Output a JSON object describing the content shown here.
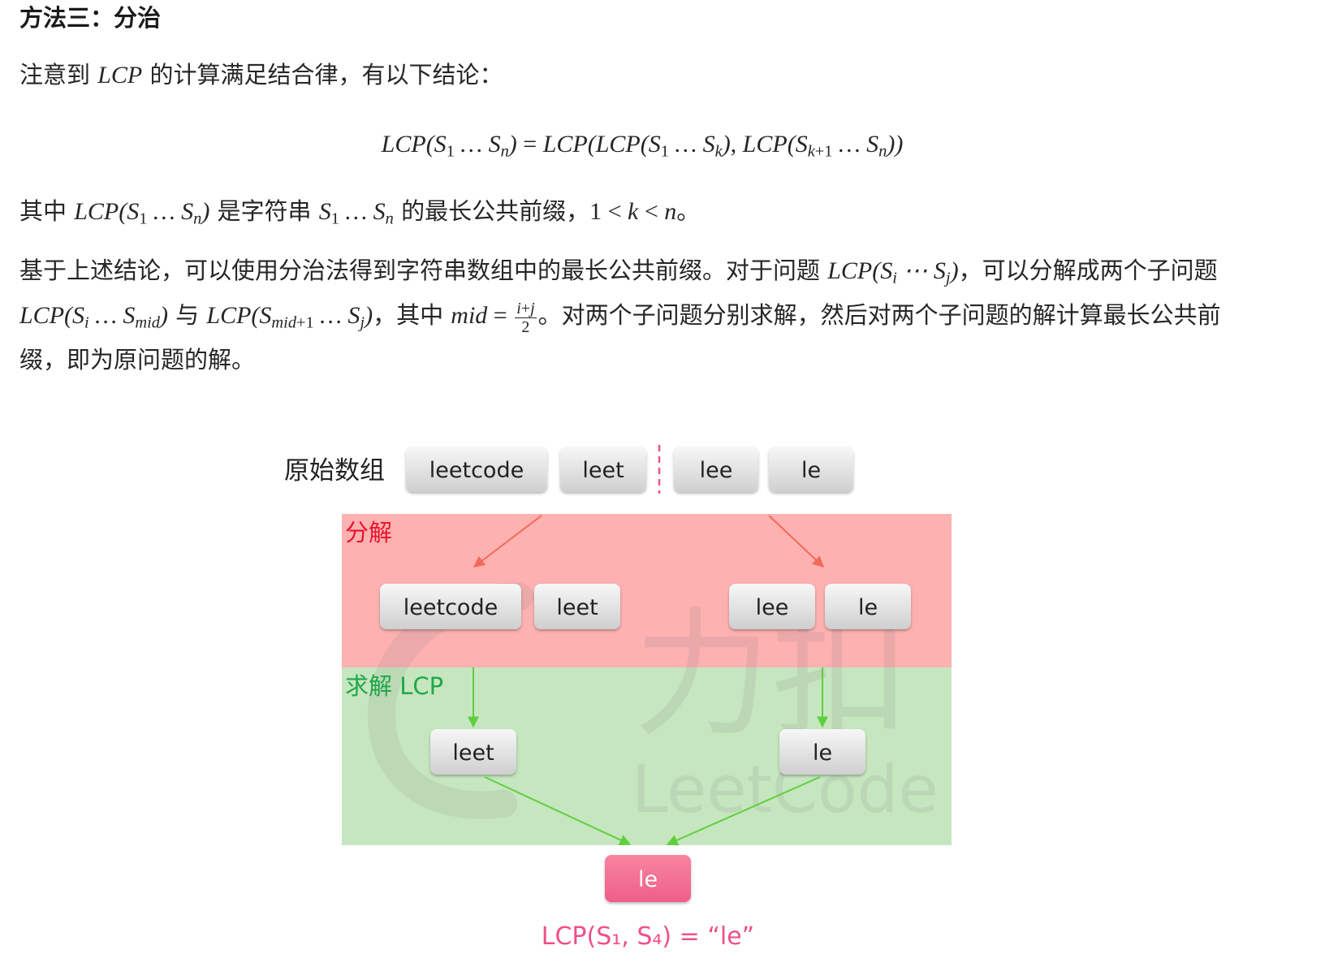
{
  "heading": "方法三：分治",
  "intro": {
    "before": "注意到 ",
    "term": "LCP",
    "after": " 的计算满足结合律，有以下结论："
  },
  "formula": "LCP(S₁…Sₙ) = LCP(LCP(S₁…Sₖ), LCP(Sₖ₊₁…Sₙ))",
  "where": {
    "t1": "其中 ",
    "t2": " 是字符串 ",
    "t3": " 的最长公共前缀，",
    "t4": "。"
  },
  "body": {
    "t1": "基于上述结论，可以使用分治法得到字符串数组中的最长公共前缀。对于问题 ",
    "t2": "，可以分解成两个子问题 ",
    "t3": " 与 ",
    "t4": "，其中 ",
    "t5": "。对两个子问题分别求解，然后对两个子问题的解计算最长公共前缀，即为原问题的解。"
  },
  "diagram": {
    "original_label": "原始数组",
    "original_words": [
      "leetcode",
      "leet",
      "lee",
      "le"
    ],
    "split_label": "分解",
    "split_words_left": [
      "leetcode",
      "leet"
    ],
    "split_words_right": [
      "lee",
      "le"
    ],
    "solve_label": "求解 LCP",
    "solve_left": "leet",
    "solve_right": "le",
    "final_word": "le",
    "result_caption": "LCP(S₁, S₄)  = “le”",
    "watermark_brand": "力扣",
    "watermark_text": "LeetCode",
    "colors": {
      "split_band": "#fdb1b1",
      "solve_band": "#c6e6bf",
      "split_label": "#e8142f",
      "solve_label": "#1fa84a",
      "red_arrow": "#f26a5a",
      "green_arrow": "#5fcf3f",
      "final_box": "#f0668f",
      "caption": "#f0508a",
      "divider": "#f0508a"
    }
  }
}
